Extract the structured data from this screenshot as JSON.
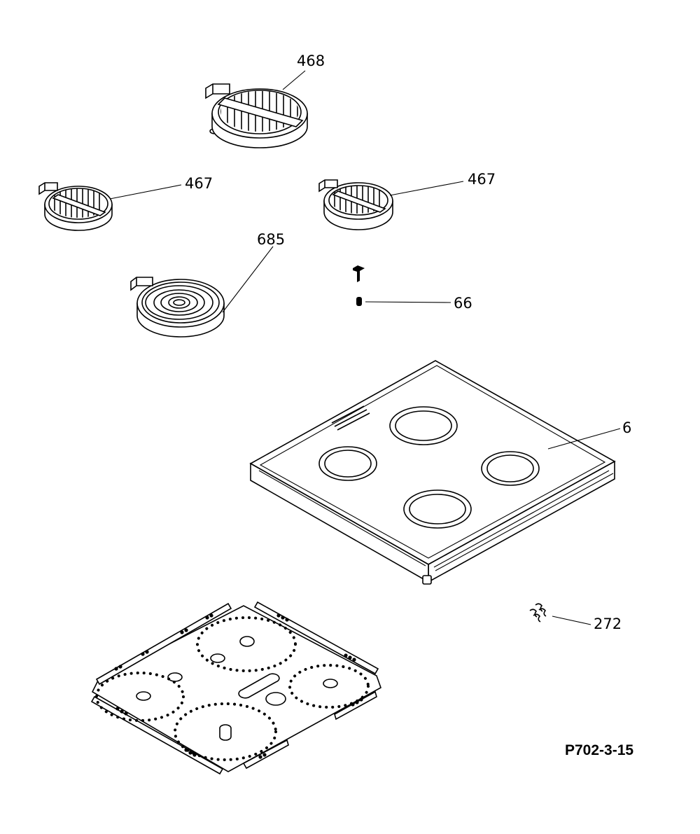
{
  "diagram": {
    "callouts": {
      "c468": "468",
      "c467_left": "467",
      "c467_right": "467",
      "c685": "685",
      "c66": "66",
      "c6": "6",
      "c272": "272"
    },
    "figure_code": "P702-3-15"
  }
}
